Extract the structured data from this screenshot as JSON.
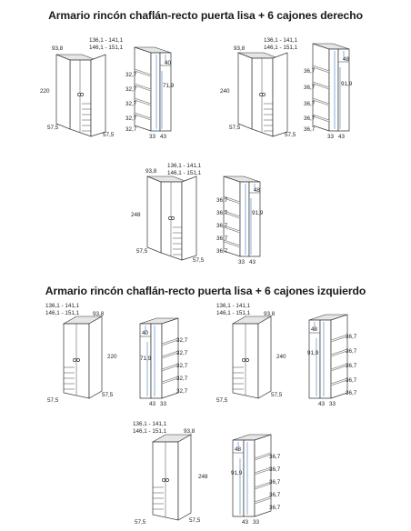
{
  "section_right": {
    "title": "Armario rincón chaflán-recto puerta lisa + 6 cajones derecho",
    "figures": [
      {
        "id": "r220-ext",
        "height": "220",
        "depth": "93,8",
        "width_line1": "136,1 - 141,1",
        "width_line2": "146,1 - 151,1",
        "front_left": "57,5",
        "front_right": "57,5"
      },
      {
        "id": "r220-int",
        "shelf_labels": [
          "32,7",
          "32,7",
          "32,7",
          "32,7",
          "32,7"
        ],
        "top": "40",
        "middle": "71,9",
        "bottom_left": "33",
        "bottom_right": "43"
      },
      {
        "id": "r240-ext",
        "height": "240",
        "depth": "93,8",
        "width_line1": "136,1 - 141,1",
        "width_line2": "146,1 - 151,1",
        "front_left": "57,5",
        "front_right": "57,5"
      },
      {
        "id": "r240-int",
        "shelf_labels": [
          "36,7",
          "36,7",
          "36,7",
          "36,7",
          "36,7"
        ],
        "top": "48",
        "middle": "91,9",
        "bottom_left": "33",
        "bottom_right": "43"
      },
      {
        "id": "r248-ext",
        "height": "248",
        "depth": "93,8",
        "width_line1": "136,1 - 141,1",
        "width_line2": "146,1 - 151,1",
        "front_left": "57,5",
        "front_right": "57,5"
      },
      {
        "id": "r248-int",
        "shelf_labels": [
          "36,7",
          "36,7",
          "36,7",
          "36,7",
          "36,7"
        ],
        "top": "48",
        "middle": "91,9",
        "bottom_left": "33",
        "bottom_right": "43"
      }
    ]
  },
  "section_left": {
    "title": "Armario rincón chaflán-recto puerta lisa + 6 cajones izquierdo",
    "figures": [
      {
        "id": "l220-ext",
        "height": "220",
        "depth": "93,8",
        "width_line1": "136,1 - 141,1",
        "width_line2": "146,1 - 151,1",
        "front_left": "57,5",
        "front_right": "57,5"
      },
      {
        "id": "l220-int",
        "shelf_labels": [
          "32,7",
          "32,7",
          "32,7",
          "32,7",
          "32,7"
        ],
        "top": "40",
        "middle": "71,9",
        "bottom_left": "43",
        "bottom_right": "33"
      },
      {
        "id": "l240-ext",
        "height": "240",
        "depth": "93,8",
        "width_line1": "136,1 - 141,1",
        "width_line2": "146,1 - 151,1",
        "front_left": "57,5",
        "front_right": "57,5"
      },
      {
        "id": "l240-int",
        "shelf_labels": [
          "36,7",
          "36,7",
          "36,7",
          "36,7",
          "36,7"
        ],
        "top": "48",
        "middle": "91,9",
        "bottom_left": "43",
        "bottom_right": "33"
      },
      {
        "id": "l248-ext",
        "height": "248",
        "depth": "93,8",
        "width_line1": "136,1 - 141,1",
        "width_line2": "146,1 - 151,1",
        "front_left": "57,5",
        "front_right": "57,5"
      },
      {
        "id": "l248-int",
        "shelf_labels": [
          "36,7",
          "36,7",
          "36,7",
          "36,7",
          "36,7"
        ],
        "top": "48",
        "middle": "91,9",
        "bottom_left": "43",
        "bottom_right": "33"
      }
    ]
  }
}
